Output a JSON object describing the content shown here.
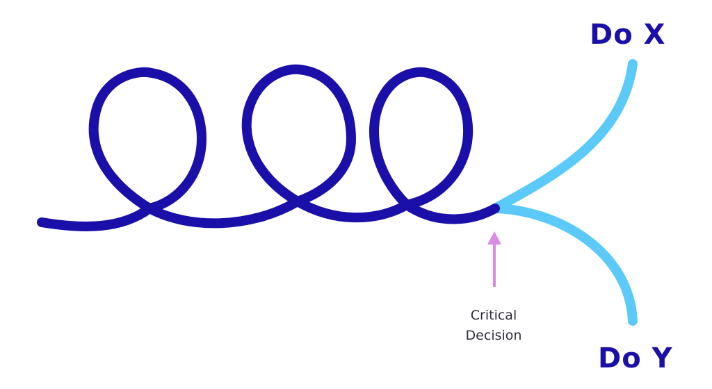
{
  "colors": {
    "loop_path": "#1a0fa8",
    "branch_paths": "#5ccaf8",
    "arrow": "#d98be6",
    "branch_label": "#1a0fa8",
    "annotation_text": "#2e2e3a"
  },
  "labels": {
    "option_top": "Do X",
    "option_bottom": "Do Y",
    "annotation_line1": "Critical",
    "annotation_line2": "Decision"
  },
  "icons": {
    "pointer": "up-arrow-icon"
  }
}
